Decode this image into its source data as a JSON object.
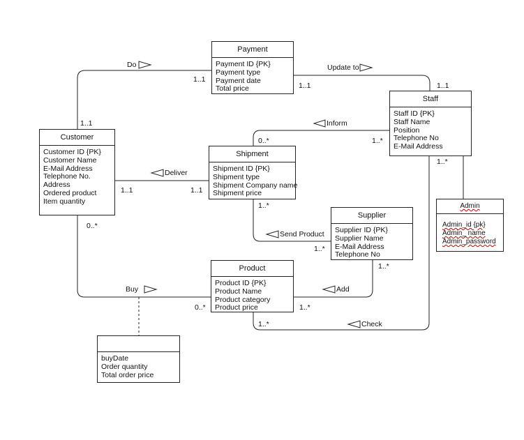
{
  "entities": {
    "payment": {
      "title": "Payment",
      "attrs": [
        "Payment ID {PK}",
        "Payment type",
        "Payment date",
        "Total price"
      ]
    },
    "staff": {
      "title": "Staff",
      "attrs": [
        "Staff ID {PK}",
        "Staff Name",
        "Position",
        "Telephone No",
        "E-Mail Address"
      ]
    },
    "customer": {
      "title": "Customer",
      "attrs": [
        "Customer ID {PK}",
        "Customer Name",
        "E-Mail Address",
        "Telephone No.",
        "Address",
        "Ordered product",
        "Item quantity"
      ]
    },
    "shipment": {
      "title": "Shipment",
      "attrs": [
        "Shipment ID {PK}",
        "Shipment type",
        "Shipment Company name",
        "Shipment price"
      ]
    },
    "supplier": {
      "title": "Supplier",
      "attrs": [
        "Supplier ID {PK}",
        "Supplier Name",
        "E-Mail Address",
        "Telephone No"
      ]
    },
    "product": {
      "title": "Product",
      "attrs": [
        "Product ID {PK}",
        "Product Name",
        "Product category",
        "Product price"
      ]
    },
    "admin": {
      "title": "Admin",
      "attrs": [
        "Admin_id {pk}",
        "Admin_ name",
        "Admin_password"
      ]
    },
    "buy_assoc": {
      "title": "",
      "attrs": [
        "buyDate",
        "Order quantity",
        "Total order price"
      ]
    }
  },
  "relationships": {
    "do": "Do",
    "update_to": "Update to",
    "inform": "Inform",
    "deliver": "Deliver",
    "send_product": "Send Product",
    "buy": "Buy",
    "add": "Add",
    "check": "Check"
  },
  "multiplicities": {
    "do_payment": "1..1",
    "do_customer": "1..1",
    "update_payment": "1..1",
    "update_staff": "1..1",
    "inform_shipment": "0..*",
    "inform_staff": "1..*",
    "deliver_customer": "1..1",
    "deliver_shipment": "1..1",
    "send_shipment": "1..*",
    "send_supplier": "1..*",
    "buy_customer": "0..*",
    "buy_product": "0..*",
    "add_product": "1..*",
    "add_supplier": "1..*",
    "check_product": "1..*",
    "check_staff": "1..*"
  }
}
